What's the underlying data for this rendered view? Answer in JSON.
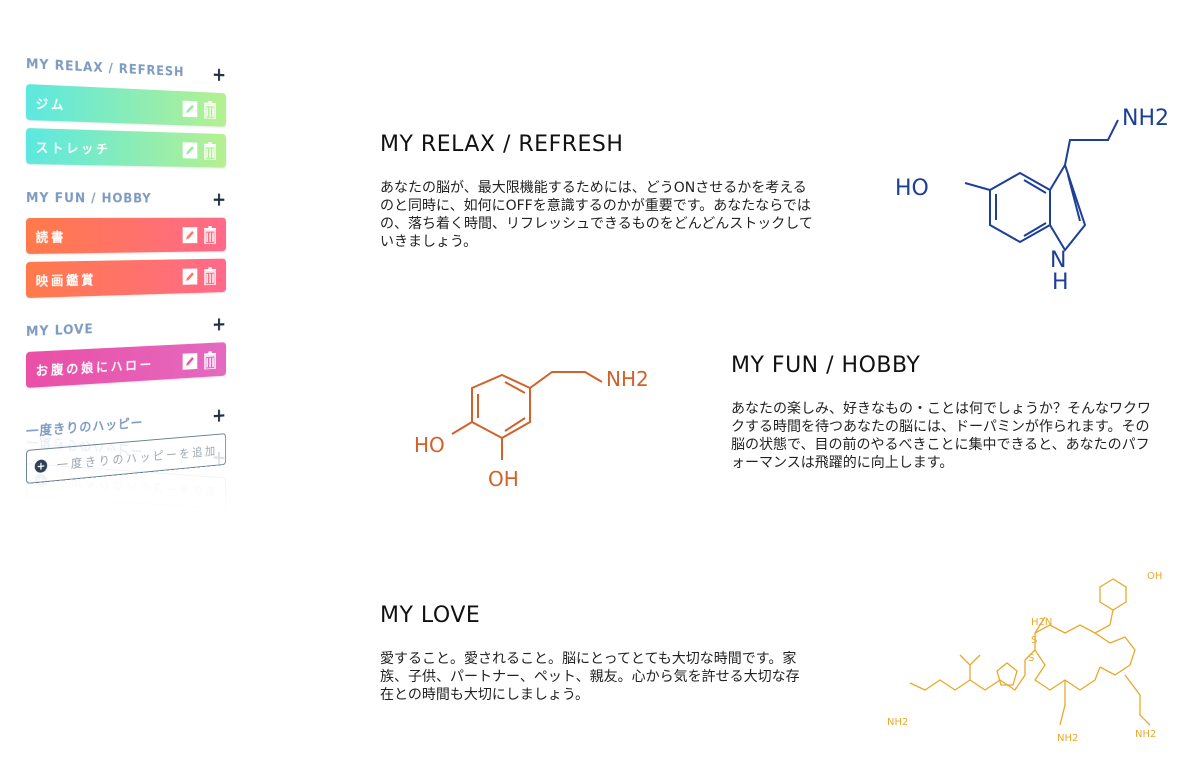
{
  "sidebar": {
    "sections": [
      {
        "title": "MY RELAX / REFRESH",
        "items": [
          "ジム",
          "ストレッチ"
        ]
      },
      {
        "title": "MY FUN / HOBBY",
        "items": [
          "読書",
          "映画鑑賞"
        ]
      },
      {
        "title": "MY LOVE",
        "items": [
          "お腹の娘にハロー"
        ]
      },
      {
        "title": "一度きりのハッピー",
        "add_placeholder": "一度きりのハッピーを追加"
      }
    ]
  },
  "main": {
    "relax": {
      "title": "MY RELAX / REFRESH",
      "text": "あなたの脳が、最大限機能するためには、どうONさせるかを考えるのと同時に、如何にOFFを意識するのかが重要です。あなたならではの、落ち着く時間、リフレッシュできるものをどんどんストックしていきましょう。",
      "molecule": {
        "name": "serotonin",
        "labels": [
          "NH2",
          "HO",
          "N",
          "H"
        ],
        "color": "#1d3f96"
      }
    },
    "fun": {
      "title": "MY FUN / HOBBY",
      "text": "あなたの楽しみ、好きなもの・ことは何でしょうか？そんなワクワクする時間を待つあなたの脳には、ドーパミンが作られます。その脳の状態で、目の前のやるべきことに集中できると、あなたのパフォーマンスは飛躍的に向上します。",
      "molecule": {
        "name": "dopamine",
        "labels": [
          "NH2",
          "HO",
          "OH"
        ],
        "color": "#d2622a"
      }
    },
    "love": {
      "title": "MY LOVE",
      "text": "愛すること。愛されること。脳にとってとても大切な時間です。家族、子供、パートナー、ペット、親友。心から気を許せる大切な存在との時間も大切にしましょう。",
      "molecule": {
        "name": "oxytocin",
        "labels": [
          "OH",
          "H2N",
          "S",
          "S",
          "NH2",
          "NH2",
          "NH2"
        ],
        "color": "#e8a92a"
      }
    }
  }
}
